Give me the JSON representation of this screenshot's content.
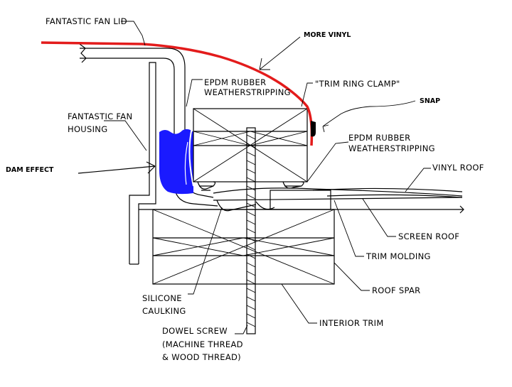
{
  "labels": {
    "fan_lid": "FANTASTIC FAN LID",
    "epdm_top_1": "EPDM RUBBER",
    "epdm_top_2": "WEATHERSTRIPPING",
    "trim_ring_clamp": "\"TRIM RING CLAMP\"",
    "fan_housing_1": "FANTASTIC FAN",
    "fan_housing_2": "HOUSING",
    "epdm_right_1": "EPDM RUBBER",
    "epdm_right_2": "WEATHERSTRIPPING",
    "vinyl_roof": "VINYL ROOF",
    "screen_roof": "SCREEN ROOF",
    "trim_molding": "TRIM MOLDING",
    "roof_spar": "ROOF SPAR",
    "silicone_1": "SILICONE",
    "silicone_2": "CAULKING",
    "interior_trim": "INTERIOR TRIM",
    "dowel_1": "DOWEL SCREW",
    "dowel_2": "(MACHINE THREAD",
    "dowel_3": "& WOOD THREAD)"
  },
  "annotations": {
    "more_vinyl": "MORE VINYL",
    "snap": "SNAP",
    "dam_effect": "DAM EFFECT"
  },
  "colors": {
    "vinyl_red": "#e31b1b",
    "water_blue": "#1a1aff",
    "line": "#000000",
    "background": "#ffffff"
  }
}
